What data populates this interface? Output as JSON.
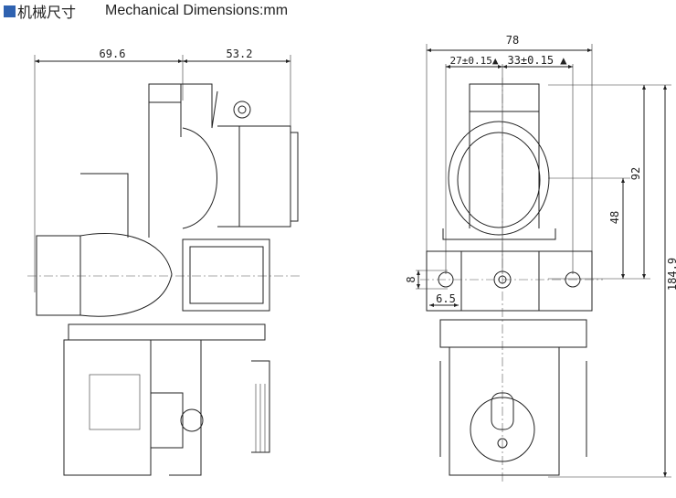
{
  "header": {
    "title_cn": "机械尺寸",
    "title_en": "Mechanical Dimensions:mm",
    "accent_color": "#2f62b0"
  },
  "side_view": {
    "dim_width_left": "69.6",
    "dim_width_right": "53.2"
  },
  "front_view": {
    "dim_total_width": "78",
    "dim_offset_left": "27±0.15▲",
    "dim_offset_right": "33±0.15 ▲",
    "dim_height_92": "92",
    "dim_height_48": "48",
    "dim_height_total": "184.9",
    "dim_hole_height": "8",
    "dim_hole_width": "6.5"
  }
}
